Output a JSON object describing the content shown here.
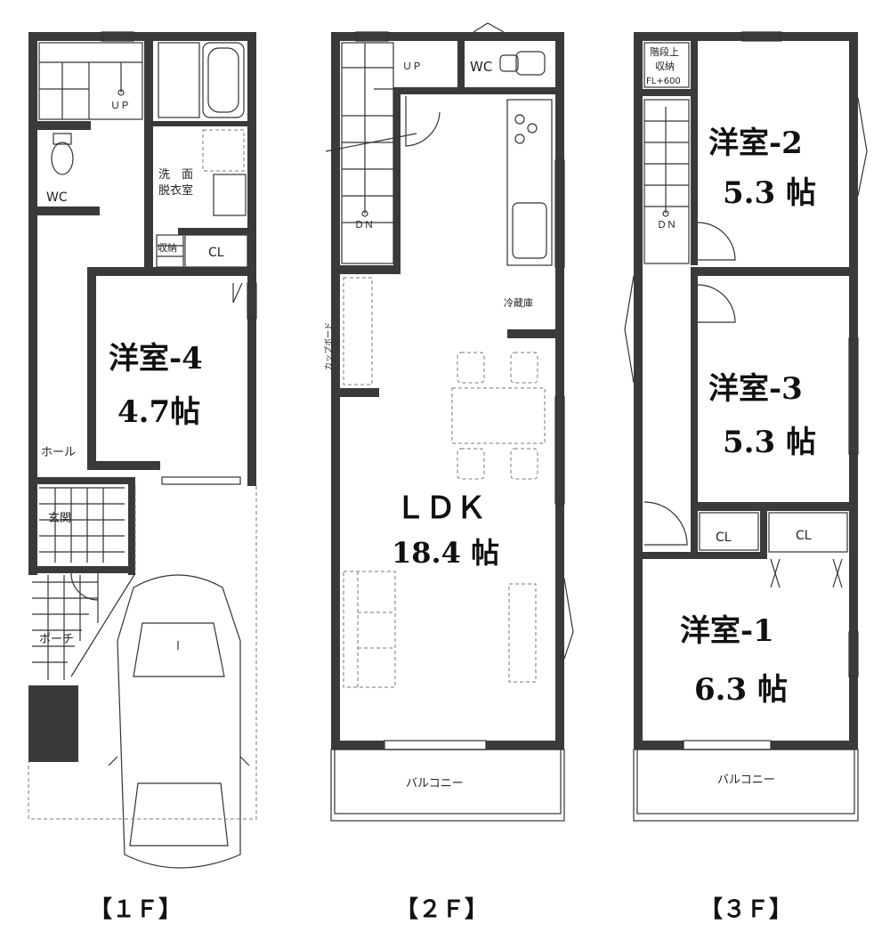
{
  "floors": {
    "f1": {
      "label": "【１Ｆ】",
      "up": "ＵＰ",
      "wc": "WC",
      "washroom_line1": "洗　面",
      "washroom_line2": "脱衣室",
      "storage": "収納",
      "closet": "CL",
      "room4_name": "洋室-4",
      "room4_size": "4.7帖",
      "hall": "ホール",
      "entrance": "玄関",
      "porch": "ポーチ"
    },
    "f2": {
      "label": "【２Ｆ】",
      "up": "ＵＰ",
      "wc": "WC",
      "dn": "ＤＮ",
      "cupboard": "カップボード",
      "fridge": "冷蔵庫",
      "ldk_name": "ＬＤＫ",
      "ldk_size": "18.4 帖",
      "balcony": "バルコニー"
    },
    "f3": {
      "label": "【３Ｆ】",
      "stair_storage_1": "階段上",
      "stair_storage_2": "収納",
      "stair_storage_3": "FL+600",
      "dn": "ＤＮ",
      "room2_name": "洋室-2",
      "room2_size": "5.3 帖",
      "room3_name": "洋室-3",
      "room3_size": "5.3 帖",
      "closet_a": "CL",
      "closet_b": "CL",
      "room1_name": "洋室-1",
      "room1_size": "6.3 帖",
      "balcony": "バルコニー"
    }
  }
}
